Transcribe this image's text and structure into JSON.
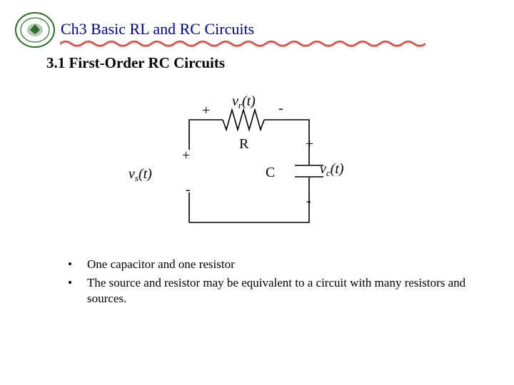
{
  "header": {
    "title": "Ch3 Basic RL and RC Circuits",
    "logo_icon": "university-seal-logo",
    "accent_color": "#000080",
    "wave_color": "#c0504d"
  },
  "section": {
    "title": "3.1 First-Order RC Circuits"
  },
  "circuit": {
    "resistor_voltage": {
      "var": "v",
      "sub": "r",
      "arg": "(t)"
    },
    "resistor_plus": "+",
    "resistor_minus": "-",
    "resistor_label": "R",
    "source_voltage": {
      "var": "v",
      "sub": "s",
      "arg": "(t)"
    },
    "source_plus": "+",
    "source_minus": "-",
    "capacitor_label": "C",
    "capacitor_voltage": {
      "var": "v",
      "sub": "c",
      "arg": "(t)"
    },
    "capacitor_plus": "+",
    "capacitor_minus": "-"
  },
  "bullets": {
    "bullet_symbol": "•",
    "items": [
      "One capacitor and one resistor",
      "The source and resistor may be equivalent to a circuit with many resistors and sources."
    ]
  }
}
